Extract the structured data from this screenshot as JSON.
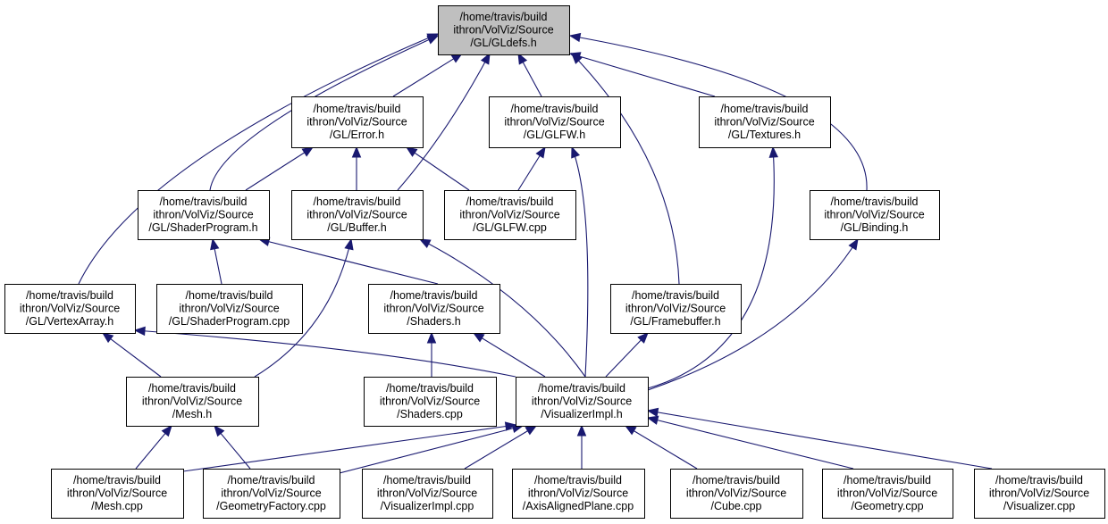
{
  "diagram": {
    "type": "include-dependency-graph",
    "nodes": [
      {
        "id": "gldefs",
        "lines": [
          "/home/travis/build",
          "ithron/VolViz/Source",
          "/GL/GLdefs.h"
        ],
        "highlighted": true
      },
      {
        "id": "error",
        "lines": [
          "/home/travis/build",
          "ithron/VolViz/Source",
          "/GL/Error.h"
        ]
      },
      {
        "id": "glfw_h",
        "lines": [
          "/home/travis/build",
          "ithron/VolViz/Source",
          "/GL/GLFW.h"
        ]
      },
      {
        "id": "textures",
        "lines": [
          "/home/travis/build",
          "ithron/VolViz/Source",
          "/GL/Textures.h"
        ]
      },
      {
        "id": "shaderprogram_h",
        "lines": [
          "/home/travis/build",
          "ithron/VolViz/Source",
          "/GL/ShaderProgram.h"
        ]
      },
      {
        "id": "buffer",
        "lines": [
          "/home/travis/build",
          "ithron/VolViz/Source",
          "/GL/Buffer.h"
        ]
      },
      {
        "id": "glfw_cpp",
        "lines": [
          "/home/travis/build",
          "ithron/VolViz/Source",
          "/GL/GLFW.cpp"
        ]
      },
      {
        "id": "binding",
        "lines": [
          "/home/travis/build",
          "ithron/VolViz/Source",
          "/GL/Binding.h"
        ]
      },
      {
        "id": "vertexarray",
        "lines": [
          "/home/travis/build",
          "ithron/VolViz/Source",
          "/GL/VertexArray.h"
        ]
      },
      {
        "id": "shaderprogram_cpp",
        "lines": [
          "/home/travis/build",
          "ithron/VolViz/Source",
          "/GL/ShaderProgram.cpp"
        ]
      },
      {
        "id": "shaders_h",
        "lines": [
          "/home/travis/build",
          "ithron/VolViz/Source",
          "/Shaders.h"
        ]
      },
      {
        "id": "framebuffer",
        "lines": [
          "/home/travis/build",
          "ithron/VolViz/Source",
          "/GL/Framebuffer.h"
        ]
      },
      {
        "id": "mesh_h",
        "lines": [
          "/home/travis/build",
          "ithron/VolViz/Source",
          "/Mesh.h"
        ]
      },
      {
        "id": "shaders_cpp",
        "lines": [
          "/home/travis/build",
          "ithron/VolViz/Source",
          "/Shaders.cpp"
        ]
      },
      {
        "id": "visimpl_h",
        "lines": [
          "/home/travis/build",
          "ithron/VolViz/Source",
          "/VisualizerImpl.h"
        ]
      },
      {
        "id": "mesh_cpp",
        "lines": [
          "/home/travis/build",
          "ithron/VolViz/Source",
          "/Mesh.cpp"
        ]
      },
      {
        "id": "geomfactory",
        "lines": [
          "/home/travis/build",
          "ithron/VolViz/Source",
          "/GeometryFactory.cpp"
        ]
      },
      {
        "id": "visimpl_cpp",
        "lines": [
          "/home/travis/build",
          "ithron/VolViz/Source",
          "/VisualizerImpl.cpp"
        ]
      },
      {
        "id": "axisplane",
        "lines": [
          "/home/travis/build",
          "ithron/VolViz/Source",
          "/AxisAlignedPlane.cpp"
        ]
      },
      {
        "id": "cube",
        "lines": [
          "/home/travis/build",
          "ithron/VolViz/Source",
          "/Cube.cpp"
        ]
      },
      {
        "id": "geometry",
        "lines": [
          "/home/travis/build",
          "ithron/VolViz/Source",
          "/Geometry.cpp"
        ]
      },
      {
        "id": "visualizer",
        "lines": [
          "/home/travis/build",
          "ithron/VolViz/Source",
          "/Visualizer.cpp"
        ]
      }
    ],
    "edges": [
      [
        "error",
        "gldefs"
      ],
      [
        "glfw_h",
        "gldefs"
      ],
      [
        "textures",
        "gldefs"
      ],
      [
        "shaderprogram_h",
        "gldefs"
      ],
      [
        "buffer",
        "gldefs"
      ],
      [
        "binding",
        "gldefs"
      ],
      [
        "vertexarray",
        "gldefs"
      ],
      [
        "framebuffer",
        "gldefs"
      ],
      [
        "shaderprogram_h",
        "error"
      ],
      [
        "buffer",
        "error"
      ],
      [
        "glfw_cpp",
        "error"
      ],
      [
        "glfw_cpp",
        "glfw_h"
      ],
      [
        "visimpl_h",
        "glfw_h"
      ],
      [
        "shaderprogram_cpp",
        "shaderprogram_h"
      ],
      [
        "shaders_h",
        "shaderprogram_h"
      ],
      [
        "mesh_h",
        "buffer"
      ],
      [
        "visimpl_h",
        "buffer"
      ],
      [
        "visimpl_h",
        "textures"
      ],
      [
        "visimpl_h",
        "binding"
      ],
      [
        "mesh_h",
        "vertexarray"
      ],
      [
        "visimpl_h",
        "vertexarray"
      ],
      [
        "shaders_cpp",
        "shaders_h"
      ],
      [
        "visimpl_h",
        "shaders_h"
      ],
      [
        "visimpl_h",
        "framebuffer"
      ],
      [
        "mesh_cpp",
        "mesh_h"
      ],
      [
        "geomfactory",
        "mesh_h"
      ],
      [
        "mesh_cpp",
        "visimpl_h"
      ],
      [
        "geomfactory",
        "visimpl_h"
      ],
      [
        "visimpl_cpp",
        "visimpl_h"
      ],
      [
        "axisplane",
        "visimpl_h"
      ],
      [
        "cube",
        "visimpl_h"
      ],
      [
        "geometry",
        "visimpl_h"
      ],
      [
        "visualizer",
        "visimpl_h"
      ]
    ],
    "colors": {
      "edge": "#191970",
      "highlighted_node": "#bfbfbf",
      "node_fill": "#ffffff",
      "border": "#000000"
    }
  }
}
